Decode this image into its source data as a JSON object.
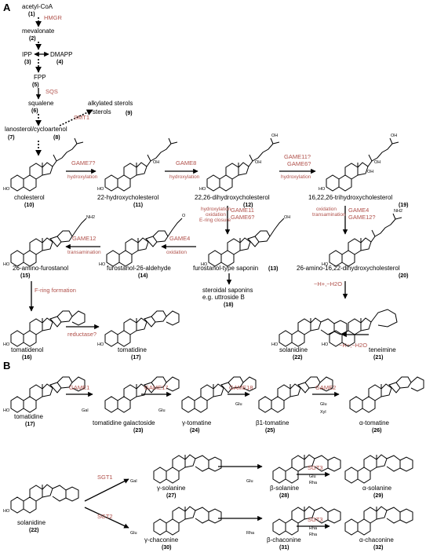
{
  "panels": {
    "a": "A",
    "b": "B"
  },
  "upstream": [
    {
      "name": "acetyl-CoA",
      "num": "(1)"
    },
    {
      "name": "mevalonate",
      "num": "(2)"
    },
    {
      "name": "IPP",
      "num": "(3)"
    },
    {
      "name": "DMAPP",
      "num": "(4)"
    },
    {
      "name": "FPP",
      "num": "(5)"
    },
    {
      "name": "squalene",
      "num": "(6)"
    },
    {
      "name": "lanosterol/cycloartenol",
      "num": "(7)",
      "num2": "(8)"
    },
    {
      "name": "alkylated sterols",
      "num": "(9)"
    }
  ],
  "upstream_enzymes": {
    "hmgr": "HMGR",
    "sqs": "SQS",
    "smt1": "SMT1"
  },
  "compounds_a": [
    {
      "name": "cholesterol",
      "num": "(10)"
    },
    {
      "name": "22-hydroxycholesterol",
      "num": "(11)"
    },
    {
      "name": "22,26-dihydroxycholesterol",
      "num": "(12)"
    },
    {
      "name": "16,22,26-trihydroxycholesterol",
      "num": "(19)"
    },
    {
      "name": "26-amino-furostanol",
      "num": "(15)"
    },
    {
      "name": "furostanol-26-aldehyde",
      "num": "(14)"
    },
    {
      "name": "furostanol-type saponin",
      "num": "(13)"
    },
    {
      "name": "26-amino-16,22-dihydroxycholesterol",
      "num": "(20)"
    },
    {
      "name": "steroidal saponins",
      "name2": "e.g. uttroside B",
      "num": "(18)"
    },
    {
      "name": "tomatidenol",
      "num": "(16)"
    },
    {
      "name": "tomatidine",
      "num": "(17)"
    },
    {
      "name": "solanidine",
      "num": "(22)"
    },
    {
      "name": "teneimine",
      "num": "(21)"
    }
  ],
  "enzymes_a": {
    "game7q": "GAME7?",
    "hydroxylation": "hydroxylation",
    "game8": "GAME8",
    "game11q6q_1": "GAME11?",
    "game11q6q_2": "GAME6?",
    "game11": "GAME11",
    "game6q": "GAME6?",
    "hydrox_ox_1": "hydroxylation",
    "hydrox_ox_2": "oxidation",
    "ering": "E-ring closure",
    "game12": "GAME12",
    "transamination": "transamination",
    "game4": "GAME4",
    "oxidation": "oxidation",
    "ox_trans_1": "oxidation",
    "ox_trans_2": "transamination",
    "game4b": "GAME4",
    "game12q": "GAME12?",
    "fring": "F-ring formation",
    "reductase": "reductase?",
    "h_h2o_1": "−H+,−H2O",
    "h_h2o_2": "−H+,−H2O"
  },
  "compounds_b": [
    {
      "name": "tomatidine",
      "num": "(17)"
    },
    {
      "name": "tomatidine galactoside",
      "num": "(23)"
    },
    {
      "name": "γ-tomatine",
      "num": "(24)"
    },
    {
      "name": "β1-tomatine",
      "num": "(25)"
    },
    {
      "name": "α-tomatine",
      "num": "(26)"
    },
    {
      "name": "solanidine",
      "num": "(22)"
    },
    {
      "name": "γ-solanine",
      "num": "(27)"
    },
    {
      "name": "β-solanine",
      "num": "(28)"
    },
    {
      "name": "α-solanine",
      "num": "(29)"
    },
    {
      "name": "γ-chaconine",
      "num": "(30)"
    },
    {
      "name": "β-chaconine",
      "num": "(31)"
    },
    {
      "name": "α-chaconine",
      "num": "(32)"
    }
  ],
  "enzymes_b": {
    "game1": "GAME1",
    "game17": "GAME17",
    "game18": "GAME18",
    "game2": "GAME2",
    "sgt1": "SGT1",
    "sgt2": "SGT2",
    "sgt3a": "SGT3",
    "sgt3b": "SGT3"
  },
  "sugars": {
    "gal": "Gal",
    "glu": "Glu",
    "xyl": "Xyl",
    "rha": "Rha",
    "o": "O",
    "ho": "HO",
    "oh": "OH",
    "nh2": "NH2",
    "n": "N",
    "h": "H",
    "o_ring": "O"
  },
  "colors": {
    "enzyme": "#b0504a",
    "ink": "#000000"
  }
}
